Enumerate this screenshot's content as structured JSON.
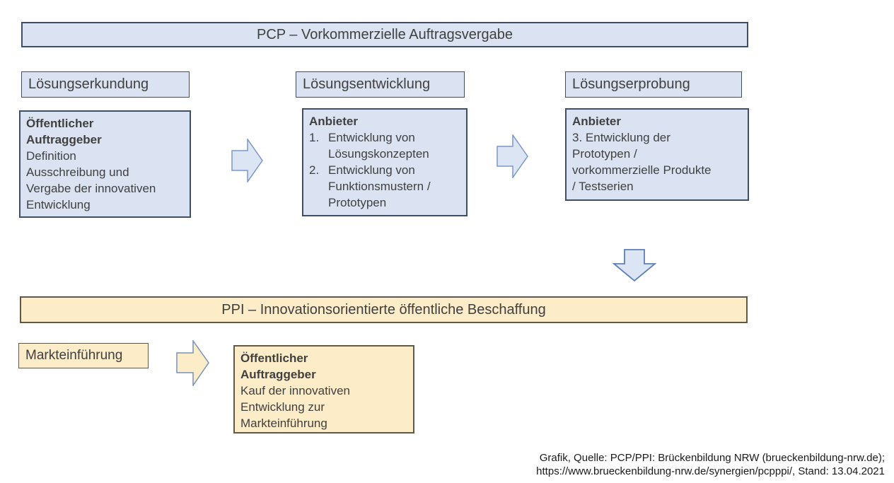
{
  "pcp_header": {
    "title": "PCP – Vorkommerzielle Auftragsvergabe"
  },
  "phases": [
    {
      "label": "Lösungserkundung",
      "box": {
        "bold_lines": [
          "Öffentlicher",
          "Auftraggeber"
        ],
        "lines": [
          "Definition",
          "Ausschreibung und",
          "Vergabe der innovativen",
          "Entwicklung"
        ]
      }
    },
    {
      "label": "Lösungsentwicklung",
      "box": {
        "bold_lines": [
          "Anbieter"
        ],
        "list": [
          {
            "num": "1.",
            "lines": [
              "Entwicklung von",
              "Lösungskonzepten"
            ]
          },
          {
            "num": "2.",
            "lines": [
              "Entwicklung von",
              "Funktionsmustern /",
              "Prototypen"
            ]
          }
        ]
      }
    },
    {
      "label": "Lösungserprobung",
      "box": {
        "bold_lines": [
          "Anbieter"
        ],
        "lines": [
          "3. Entwicklung der",
          "Prototypen /",
          "vorkommerzielle Produkte",
          "/ Testserien"
        ]
      }
    }
  ],
  "ppi_header": {
    "title": "PPI – Innovationsorientierte öffentliche Beschaffung"
  },
  "market": {
    "label": "Markteinführung"
  },
  "ppi_box": {
    "bold_lines": [
      "Öffentlicher",
      "Auftraggeber"
    ],
    "lines": [
      "Kauf der innovativen",
      "Entwicklung zur",
      "Markteinführung"
    ]
  },
  "source": {
    "line1": "Grafik, Quelle: PCP/PPI: Brückenbildung NRW (brueckenbildung-nrw.de);",
    "line2": "https://www.brueckenbildung-nrw.de/synergien/pcpppi/, Stand: 13.04.2021"
  },
  "icons": {
    "right_arrow": "right-arrow-icon",
    "down_arrow": "down-arrow-icon"
  },
  "colors": {
    "blue-fill": "#dbe3f2",
    "blue-border": "#3f4e66",
    "yellow-fill": "#fdecc8",
    "yellow-border": "#60594b",
    "arrow-blue-fill": "#dce5f3",
    "arrow-blue-border": "#7a97c9",
    "down-arrow-border": "#5b7fba",
    "yellow-arrow-border": "#7591bd",
    "text": "#404040",
    "source-text": "#1a1a1a"
  }
}
